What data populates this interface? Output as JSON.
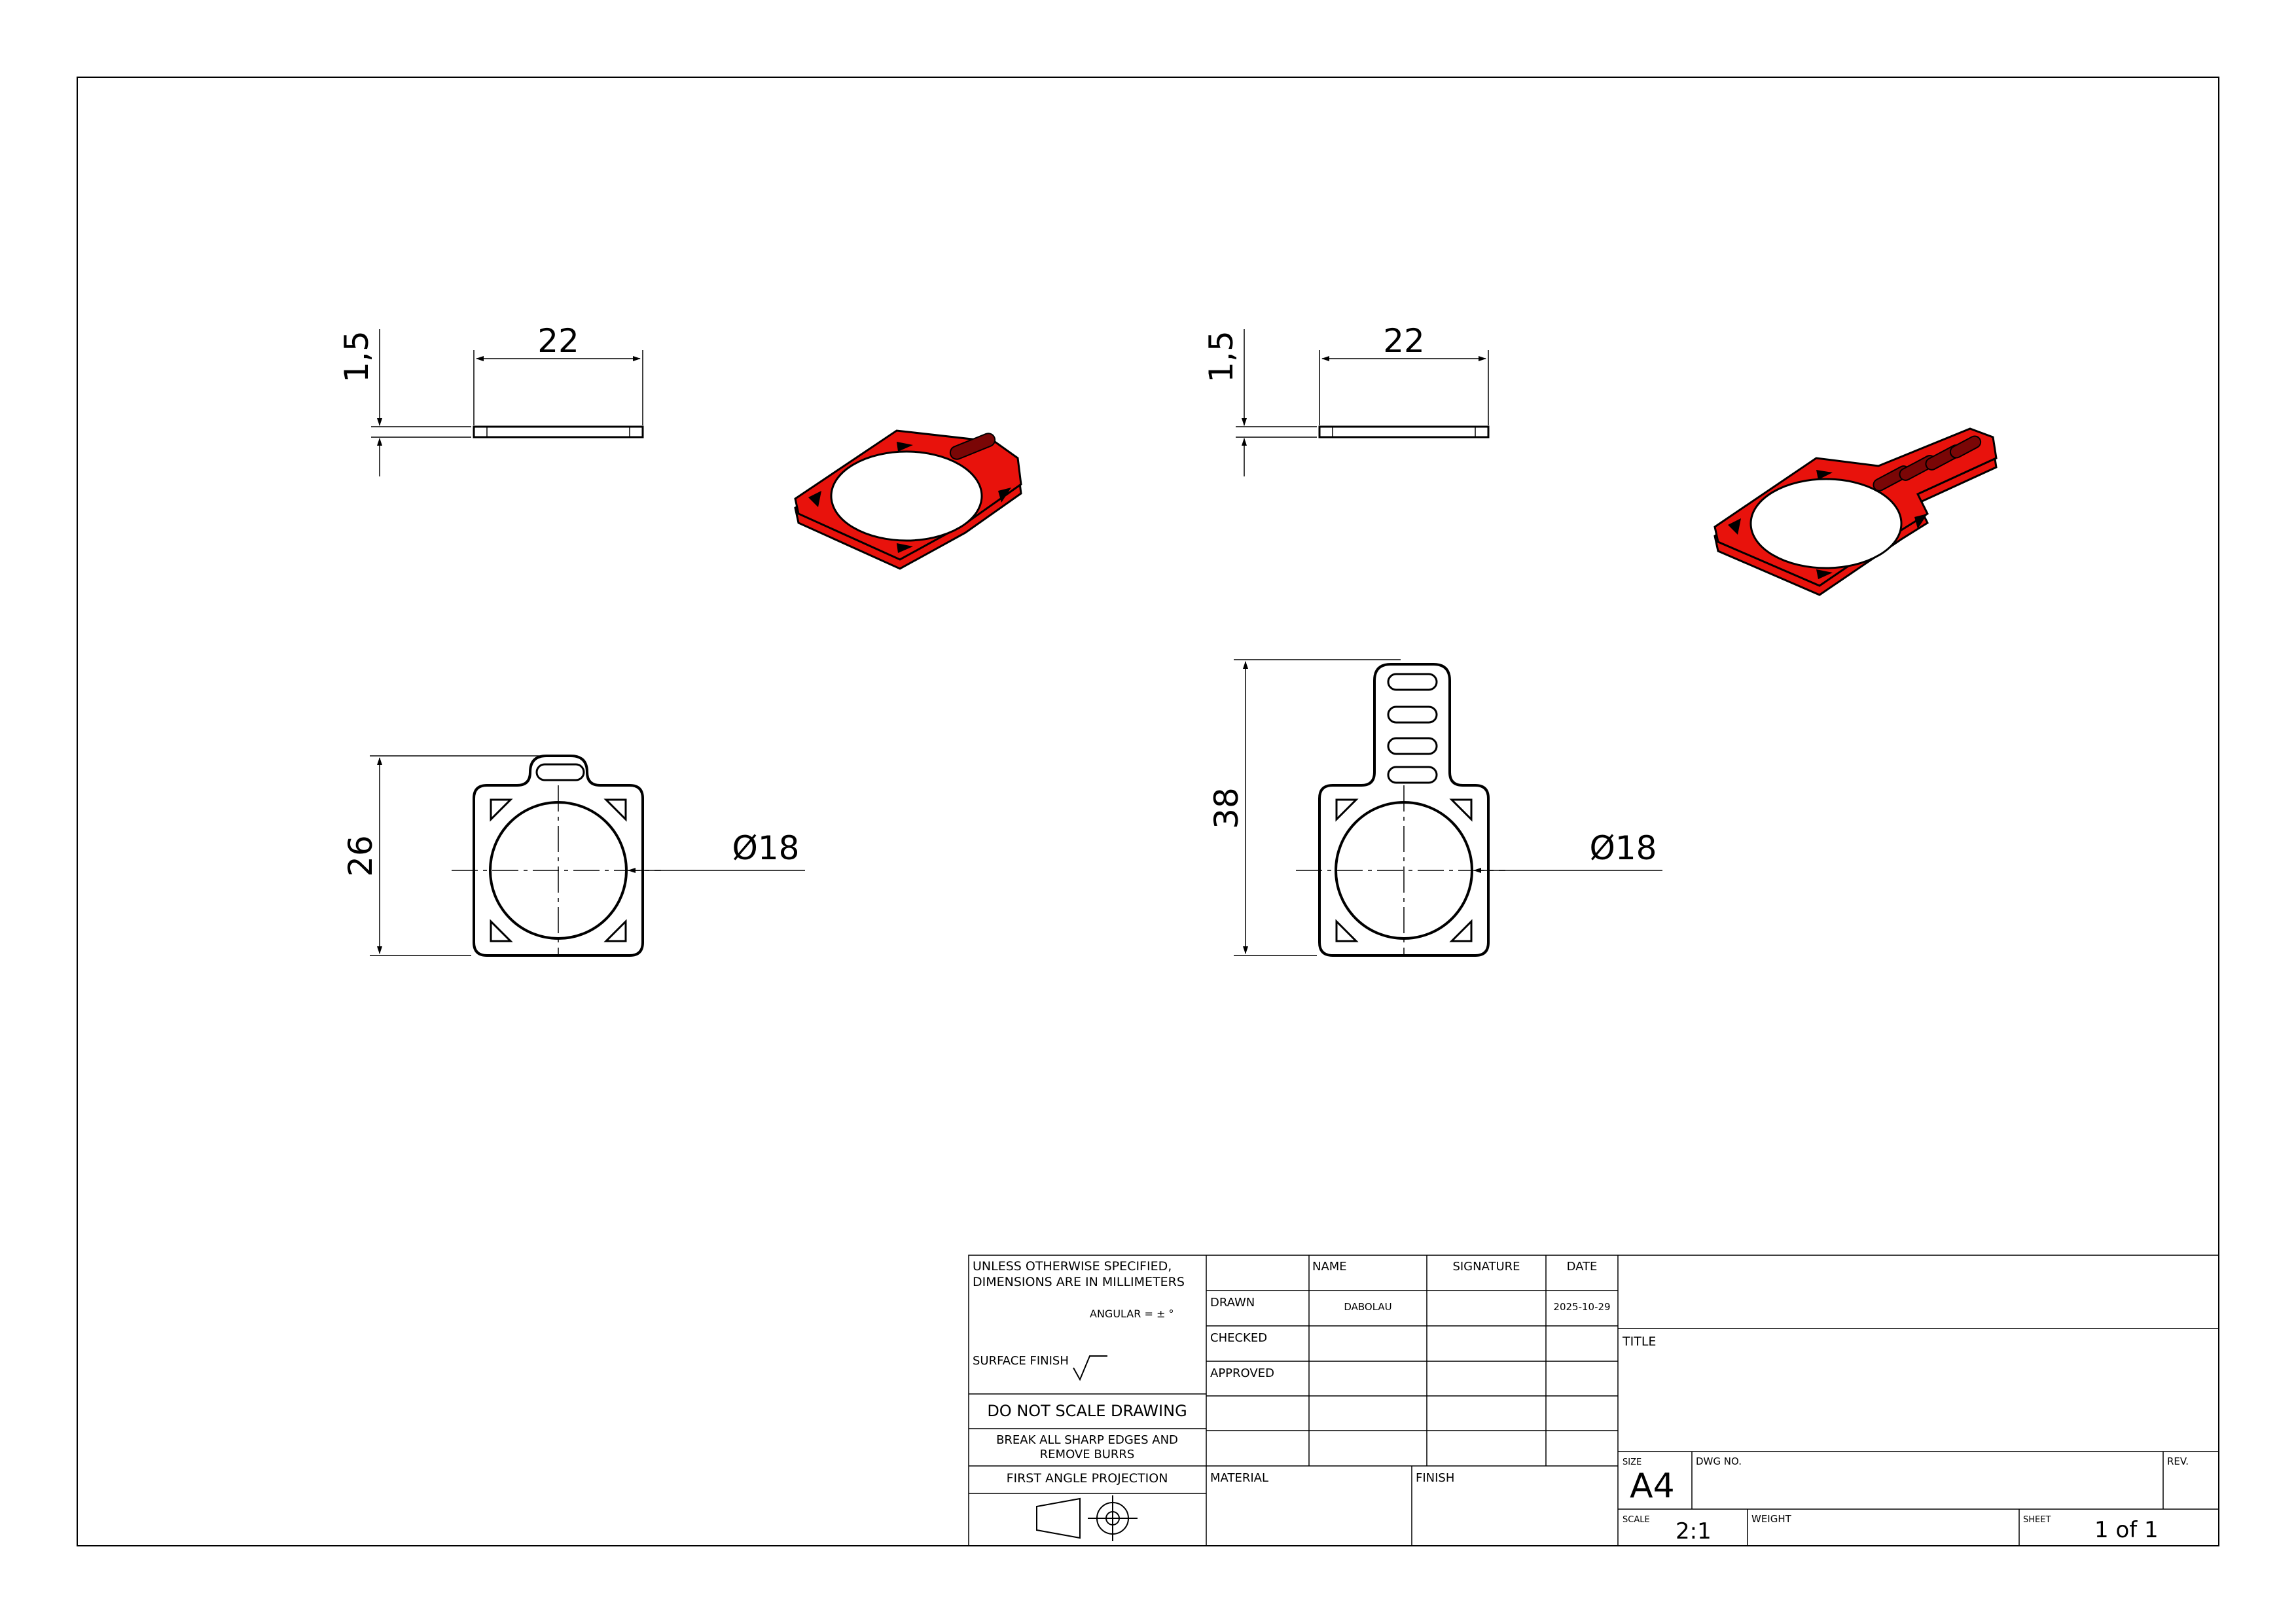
{
  "views": {
    "part1": {
      "thickness": "1,5",
      "width_top": "22",
      "height": "26",
      "diameter": "Ø18"
    },
    "part2": {
      "thickness": "1,5",
      "width_top": "22",
      "height": "38",
      "diameter": "Ø18"
    }
  },
  "colors": {
    "model_fill": "#e8120c",
    "model_edge": "#000000",
    "line": "#000000"
  },
  "title_block": {
    "general_notes": [
      "UNLESS OTHERWISE SPECIFIED,",
      "DIMENSIONS ARE IN MILLIMETERS"
    ],
    "angular": "ANGULAR = ± °",
    "surface_finish": "SURFACE FINISH",
    "do_not_scale": "DO NOT SCALE DRAWING",
    "break_edges": [
      "BREAK ALL SHARP EDGES AND",
      "REMOVE BURRS"
    ],
    "projection": "FIRST ANGLE PROJECTION",
    "headers": {
      "name": "NAME",
      "signature": "SIGNATURE",
      "date": "DATE"
    },
    "rows": {
      "drawn": "DRAWN",
      "checked": "CHECKED",
      "approved": "APPROVED"
    },
    "drawn_name": "DABOLAU",
    "drawn_date": "2025-10-29",
    "material": "MATERIAL",
    "finish": "FINISH",
    "title": "TITLE",
    "size_label": "SIZE",
    "size": "A4",
    "dwg_no": "DWG NO.",
    "rev": "REV.",
    "scale_label": "SCALE",
    "scale": "2:1",
    "weight": "WEIGHT",
    "sheet_label": "SHEET",
    "sheet": "1 of 1"
  }
}
